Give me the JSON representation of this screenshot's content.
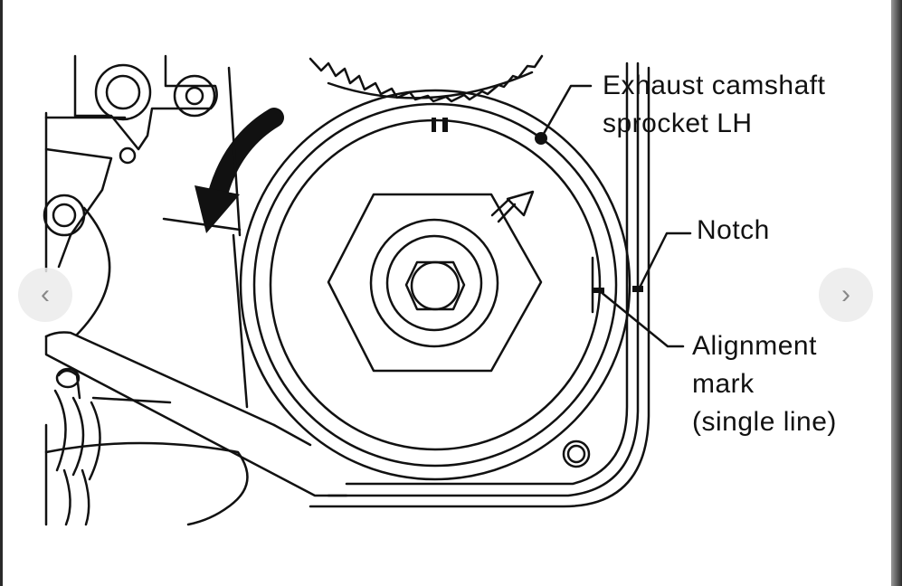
{
  "viewer": {
    "prev_icon": "‹",
    "next_icon": "›"
  },
  "diagram": {
    "labels": {
      "exhaust_line1": "Exhaust camshaft",
      "exhaust_line2": "sprocket LH",
      "notch": "Notch",
      "alignment_line1": "Alignment",
      "alignment_line2": "mark",
      "alignment_line3": "(single line)"
    }
  },
  "colors": {
    "ink": "#111111",
    "paper": "#ffffff",
    "chrome": "#3b3b3b"
  }
}
